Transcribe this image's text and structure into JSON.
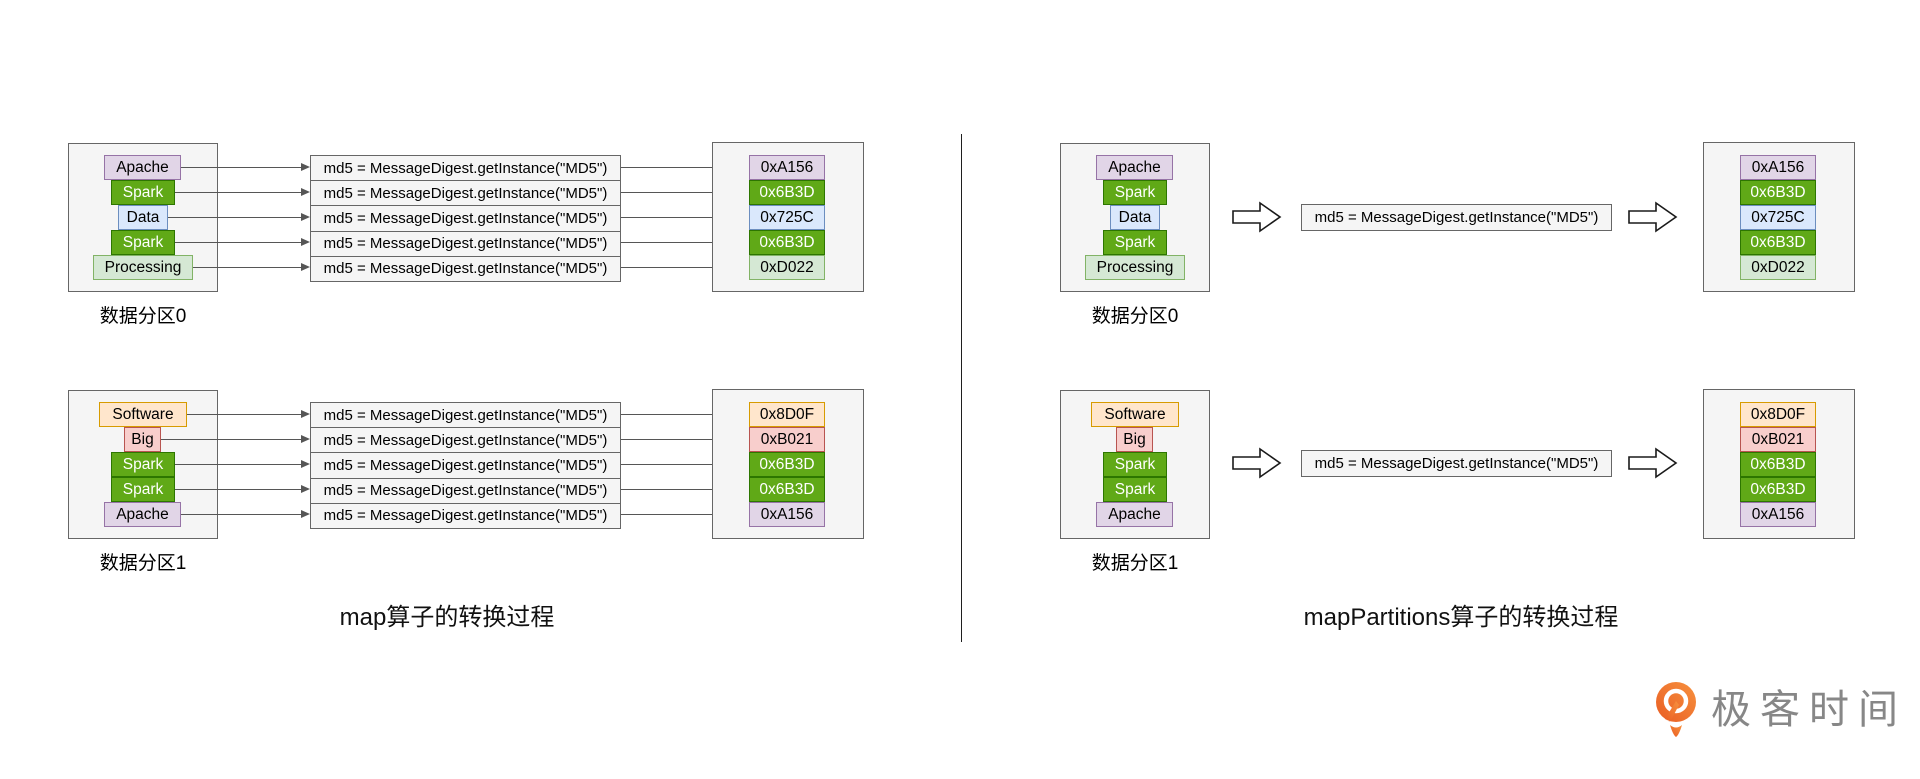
{
  "md5_expression": "md5 = MessageDigest.getInstance(\"MD5\")",
  "left_diagram": {
    "title": "map算子的转换过程",
    "partition0": {
      "label": "数据分区0",
      "items": [
        "Apache",
        "Spark",
        "Data",
        "Spark",
        "Processing"
      ],
      "hashes": [
        "0xA156",
        "0x6B3D",
        "0x725C",
        "0x6B3D",
        "0xD022"
      ]
    },
    "partition1": {
      "label": "数据分区1",
      "items": [
        "Software",
        "Big",
        "Spark",
        "Spark",
        "Apache"
      ],
      "hashes": [
        "0x8D0F",
        "0xB021",
        "0x6B3D",
        "0x6B3D",
        "0xA156"
      ]
    }
  },
  "right_diagram": {
    "title": "mapPartitions算子的转换过程",
    "partition0": {
      "label": "数据分区0",
      "items": [
        "Apache",
        "Spark",
        "Data",
        "Spark",
        "Processing"
      ],
      "hashes": [
        "0xA156",
        "0x6B3D",
        "0x725C",
        "0x6B3D",
        "0xD022"
      ]
    },
    "partition1": {
      "label": "数据分区1",
      "items": [
        "Software",
        "Big",
        "Spark",
        "Spark",
        "Apache"
      ],
      "hashes": [
        "0x8D0F",
        "0xB021",
        "0x6B3D",
        "0x6B3D",
        "0xA156"
      ]
    }
  },
  "logo": {
    "text": "极客时间",
    "icon": "geektime-pin-icon",
    "accent_color": "#f26c21"
  },
  "colors": {
    "purple_fill": "#e1d5e7",
    "purple_border": "#9673a6",
    "green_fill": "#60a917",
    "green_border": "#2d7600",
    "blue_fill": "#dae8fc",
    "blue_border": "#6c8ebf",
    "lightgreen_fill": "#d5e8d4",
    "lightgreen_border": "#82b366",
    "orange_fill": "#ffe6cc",
    "orange_border": "#d79b00",
    "pink_fill": "#f8cecc",
    "pink_border": "#b85450",
    "panel_fill": "#f5f5f5",
    "panel_border": "#666666",
    "arrow_color": "#565656",
    "logo_text_color": "#878787"
  }
}
